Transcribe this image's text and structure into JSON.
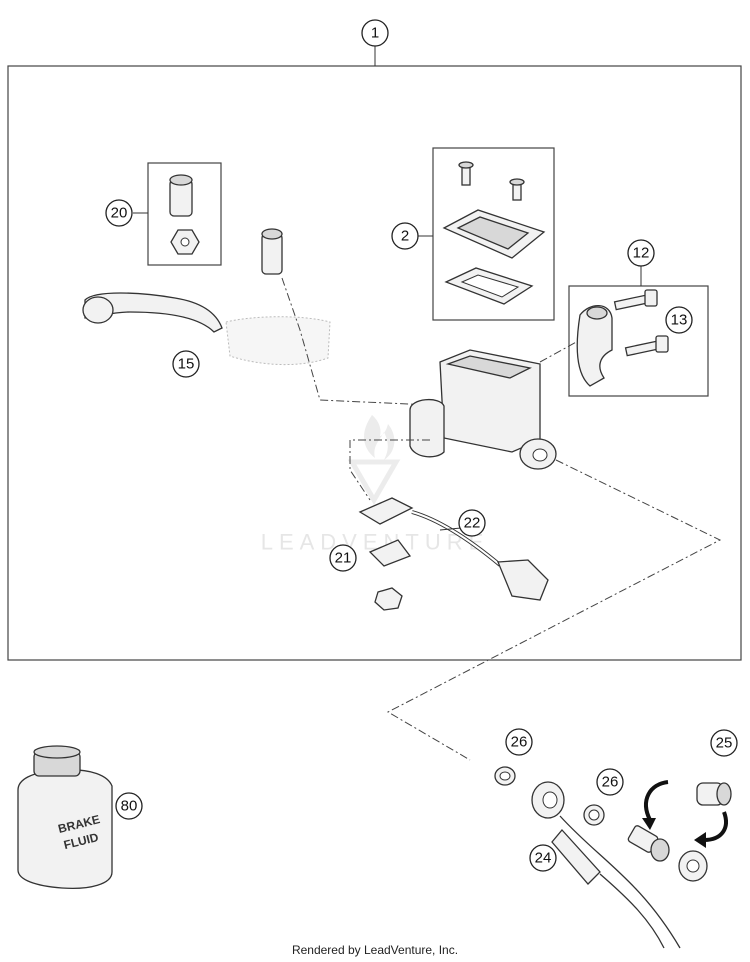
{
  "watermark": "LEADVENTURE",
  "footer": "Rendered by LeadVenture, Inc.",
  "can_label_line1": "BRAKE",
  "can_label_line2": "FLUID",
  "callouts": {
    "c1": "1",
    "c2": "2",
    "c12": "12",
    "c13": "13",
    "c15": "15",
    "c20": "20",
    "c21": "21",
    "c22": "22",
    "c24": "24",
    "c25": "25",
    "c26a": "26",
    "c26b": "26",
    "c80": "80"
  }
}
